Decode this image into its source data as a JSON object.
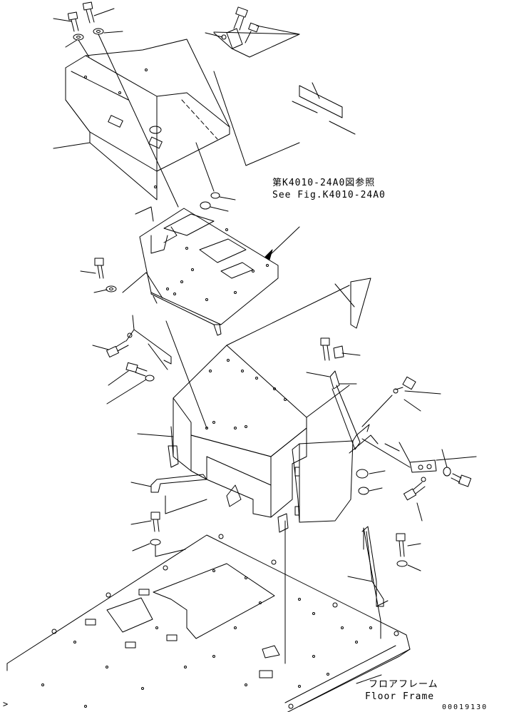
{
  "labels": {
    "reference_jp": "第K4010-24A0図参照",
    "reference_en": "See Fig.K4010-24A0",
    "floor_frame_jp": "フロアフレーム",
    "floor_frame_en": "Floor Frame",
    "drawing_number": "00019130",
    "edge_mark": ">"
  },
  "colors": {
    "line": "#000000",
    "background": "#ffffff"
  }
}
